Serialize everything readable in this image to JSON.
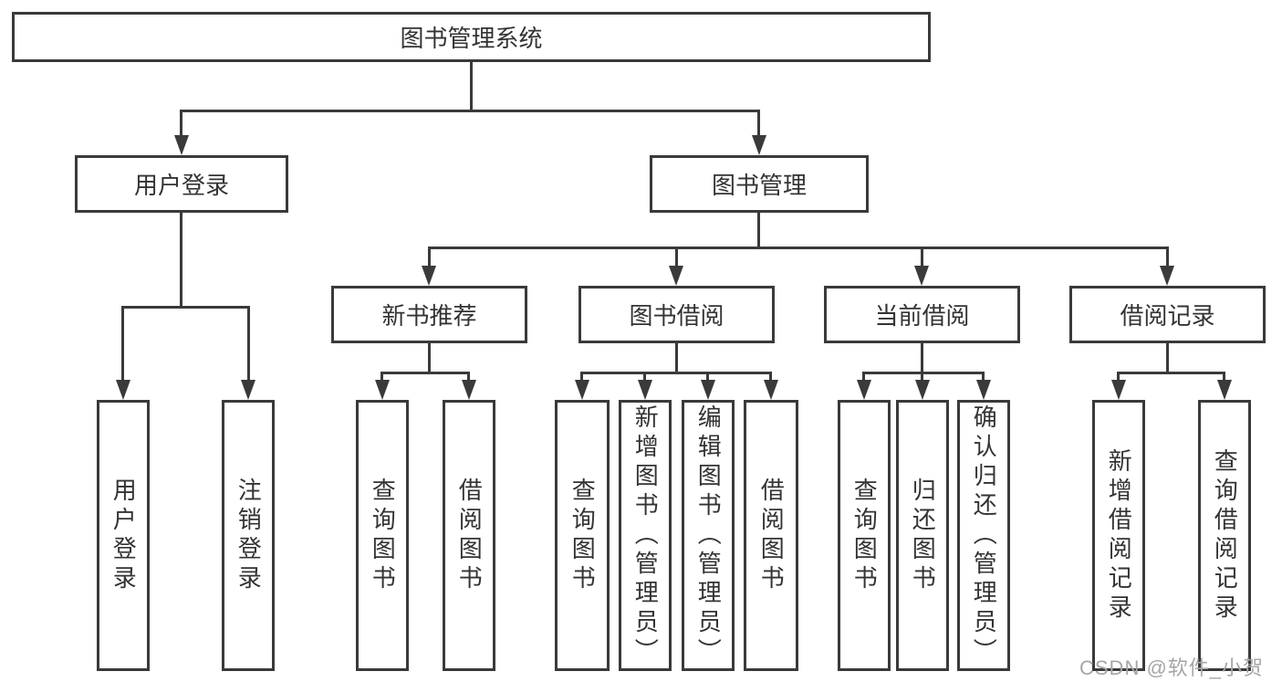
{
  "diagram_title": "图书管理系统",
  "colors": {
    "line": "#3a3a3a",
    "text": "#333333",
    "background": "#ffffff",
    "watermark": "#a6a6a6"
  },
  "watermark": {
    "text": "CSDN @软件_小贺同学"
  },
  "tree": {
    "label": "图书管理系统",
    "children": [
      {
        "label": "用户登录",
        "children": [
          {
            "label": "用户登录"
          },
          {
            "label": "注销登录"
          }
        ]
      },
      {
        "label": "图书管理",
        "children": [
          {
            "label": "新书推荐",
            "children": [
              {
                "label": "查询图书"
              },
              {
                "label": "借阅图书"
              }
            ]
          },
          {
            "label": "图书借阅",
            "children": [
              {
                "label": "查询图书"
              },
              {
                "label": "新增图书（管理员）"
              },
              {
                "label": "编辑图书（管理员）"
              },
              {
                "label": "借阅图书"
              }
            ]
          },
          {
            "label": "当前借阅",
            "children": [
              {
                "label": "查询图书"
              },
              {
                "label": "归还图书"
              },
              {
                "label": "确认归还（管理员）"
              }
            ]
          },
          {
            "label": "借阅记录",
            "children": [
              {
                "label": "新增借阅记录"
              },
              {
                "label": "查询借阅记录"
              }
            ]
          }
        ]
      }
    ]
  }
}
